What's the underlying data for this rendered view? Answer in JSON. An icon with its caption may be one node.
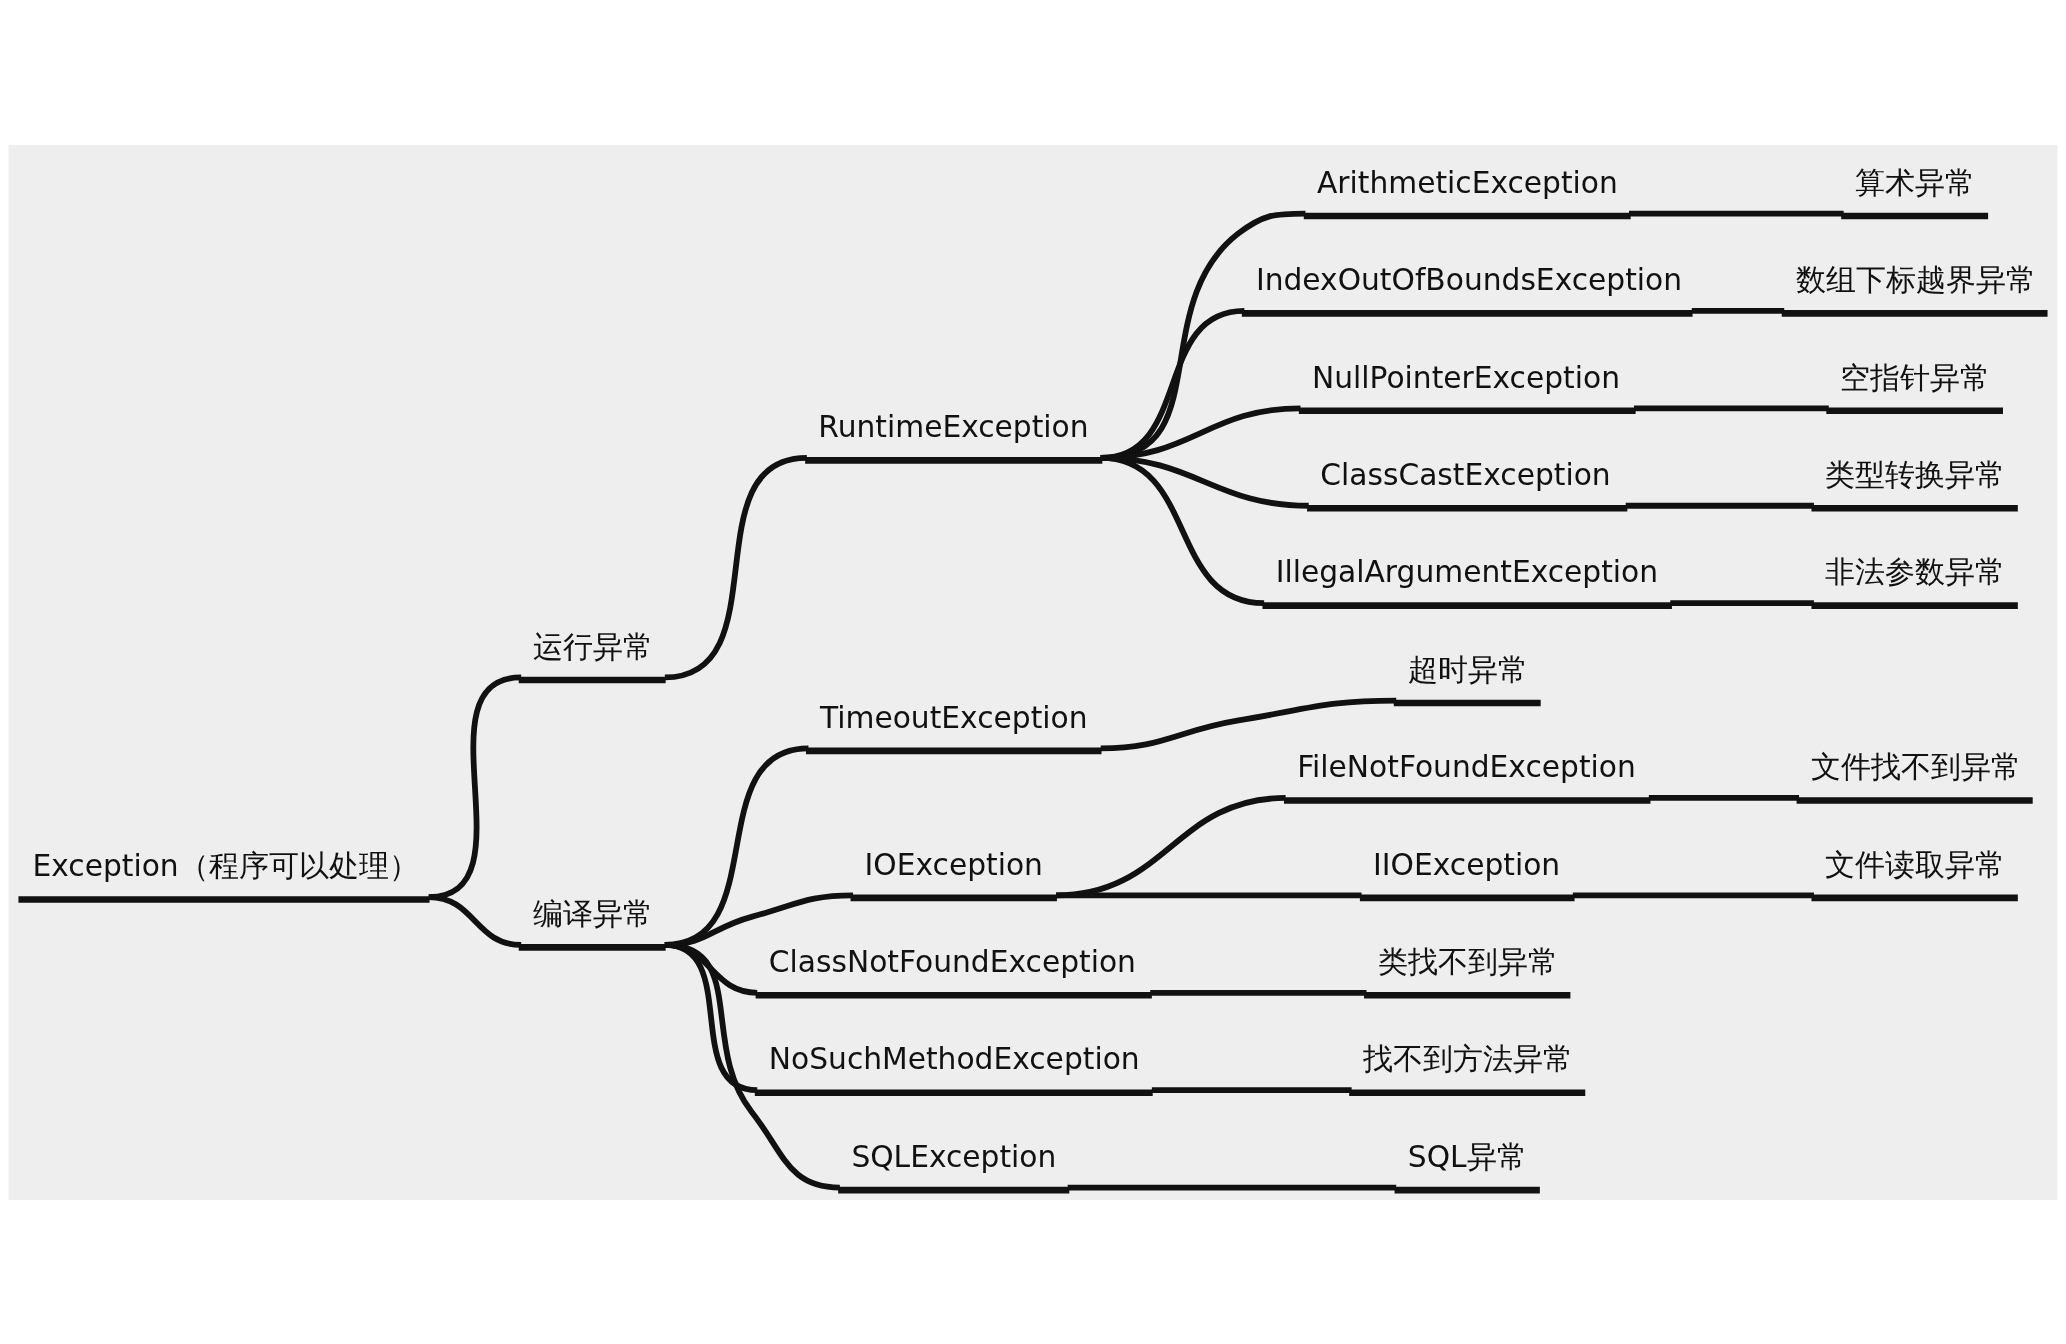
{
  "diagram": {
    "nodes": [
      {
        "text": [
          "Exception（程序可以处理）"
        ]
      },
      {
        "text": [
          "运行异常"
        ]
      },
      {
        "text": [
          "RuntimeException"
        ]
      },
      {
        "text": [
          "ArithmeticException"
        ]
      },
      {
        "text": [
          "算术异常"
        ]
      },
      {
        "text": [
          "IndexOutOfBoundsException"
        ]
      },
      {
        "text": [
          "数组下标越界异常"
        ]
      },
      {
        "text": [
          "NullPointerException"
        ]
      },
      {
        "text": [
          "空指针异常"
        ]
      },
      {
        "text": [
          "ClassCastException"
        ]
      },
      {
        "text": [
          "类型转换异常"
        ]
      },
      {
        "text": [
          "IllegalArgumentException"
        ]
      },
      {
        "text": [
          "非法参数异常"
        ]
      },
      {
        "text": [
          "编译异常"
        ]
      },
      {
        "text": [
          "TimeoutException"
        ]
      },
      {
        "text": [
          "超时异常"
        ]
      },
      {
        "text": [
          "IOException"
        ]
      },
      {
        "text": [
          "FileNotFoundException"
        ]
      },
      {
        "text": [
          "文件找不到异常"
        ]
      },
      {
        "text": [
          "IIOException"
        ]
      },
      {
        "text": [
          "文件读取异常"
        ]
      },
      {
        "text": [
          "ClassNotFoundException"
        ]
      },
      {
        "text": [
          "类找不到异常"
        ]
      },
      {
        "text": [
          "NoSuchMethodException"
        ]
      },
      {
        "text": [
          "找不到方法异常"
        ]
      },
      {
        "text": [
          "SQLException"
        ]
      },
      {
        "text": [
          "SQL异常"
        ]
      }
    ],
    "edges": [
      {
        "from": 0,
        "to": 1,
        "arrow": "none"
      },
      {
        "from": 1,
        "to": 2,
        "arrow": "none"
      },
      {
        "from": 2,
        "to": 3,
        "arrow": "none"
      },
      {
        "from": 3,
        "to": 4,
        "arrow": "none"
      },
      {
        "from": 2,
        "to": 5,
        "arrow": "none"
      },
      {
        "from": 5,
        "to": 6,
        "arrow": "none"
      },
      {
        "from": 2,
        "to": 7,
        "arrow": "none"
      },
      {
        "from": 7,
        "to": 8,
        "arrow": "none"
      },
      {
        "from": 2,
        "to": 9,
        "arrow": "none"
      },
      {
        "from": 9,
        "to": 10,
        "arrow": "none"
      },
      {
        "from": 2,
        "to": 11,
        "arrow": "none"
      },
      {
        "from": 11,
        "to": 12,
        "arrow": "none"
      },
      {
        "from": 0,
        "to": 13,
        "arrow": "none"
      },
      {
        "from": 13,
        "to": 14,
        "arrow": "none"
      },
      {
        "from": 14,
        "to": 15,
        "arrow": "none"
      },
      {
        "from": 13,
        "to": 16,
        "arrow": "none"
      },
      {
        "from": 16,
        "to": 17,
        "arrow": "none"
      },
      {
        "from": 17,
        "to": 18,
        "arrow": "none"
      },
      {
        "from": 16,
        "to": 19,
        "arrow": "none"
      },
      {
        "from": 19,
        "to": 20,
        "arrow": "none"
      },
      {
        "from": 13,
        "to": 21,
        "arrow": "none"
      },
      {
        "from": 21,
        "to": 22,
        "arrow": "none"
      },
      {
        "from": 13,
        "to": 23,
        "arrow": "none"
      },
      {
        "from": 23,
        "to": 24,
        "arrow": "none"
      },
      {
        "from": 13,
        "to": 25,
        "arrow": "none"
      },
      {
        "from": 25,
        "to": 26,
        "arrow": "none"
      }
    ]
  }
}
